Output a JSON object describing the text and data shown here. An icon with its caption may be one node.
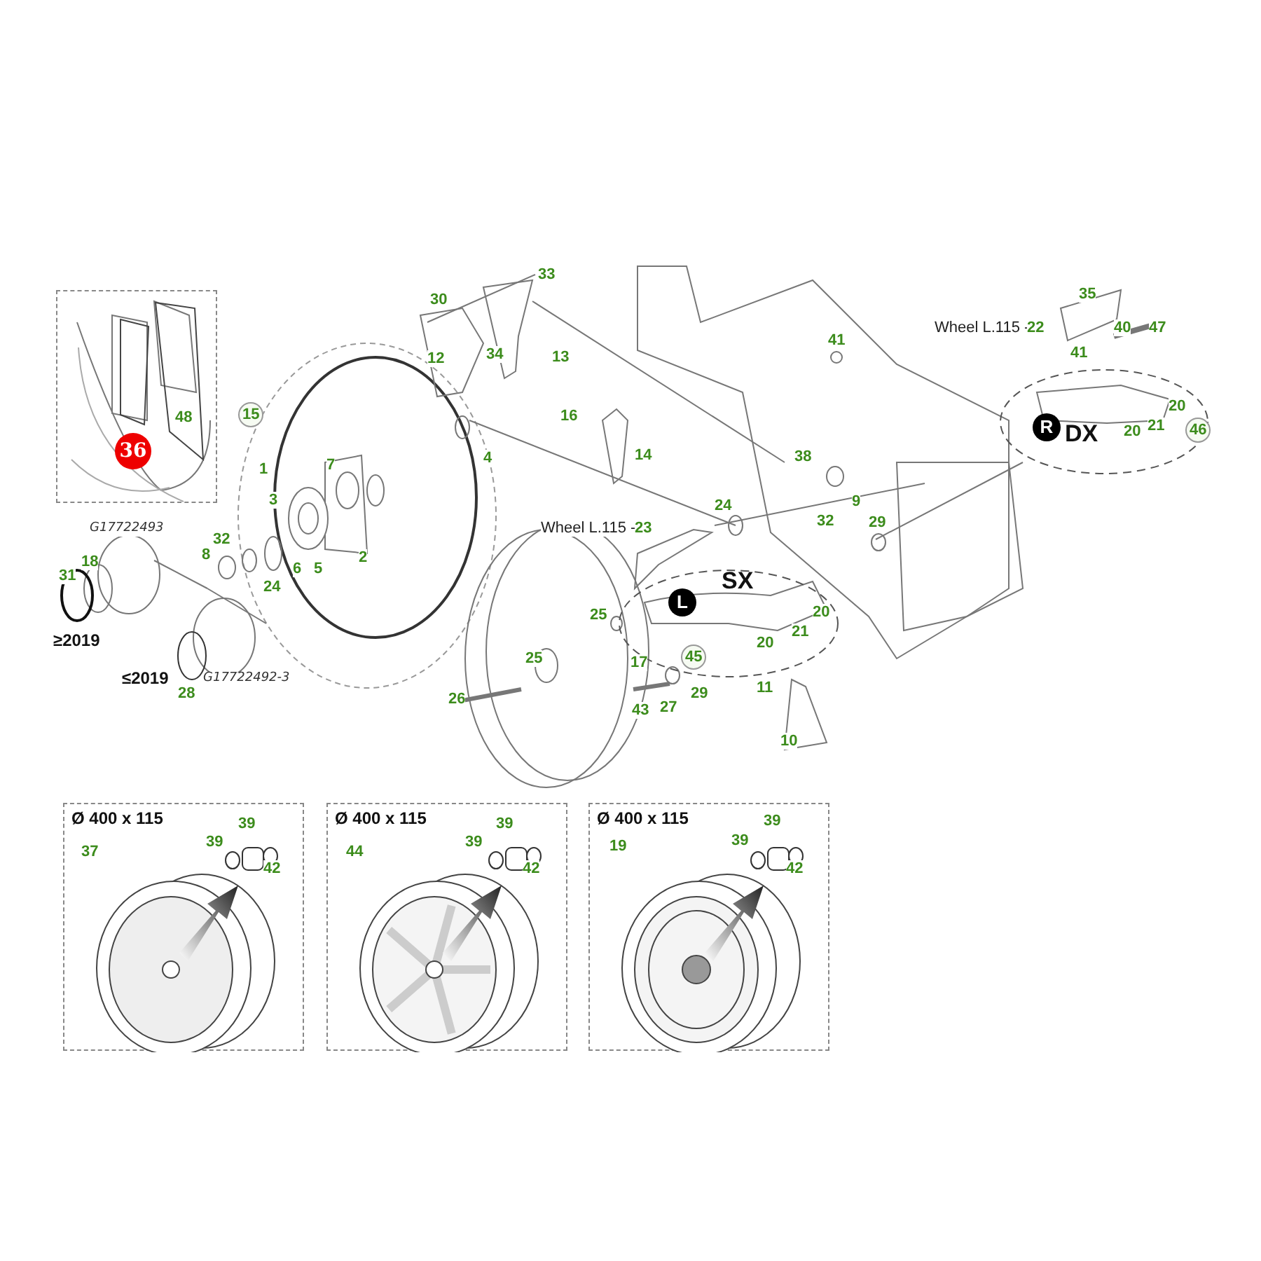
{
  "diagram": {
    "nodes": [
      {
        "text": [],
        "shape": "box"
      },
      {
        "text": [
          "Ø 400 x 115"
        ]
      },
      {
        "text": [
          "Ø 400 x 115"
        ]
      },
      {
        "text": [
          "Ø 400 x 115"
        ]
      },
      {
        "text": [
          "SX"
        ]
      },
      {
        "text": [
          "L"
        ],
        "in": 4
      },
      {
        "text": [
          "DX"
        ]
      },
      {
        "text": [
          "R"
        ],
        "in": 6
      }
    ],
    "labels": [
      "33",
      "30",
      "35",
      "Wheel L.115 -",
      "22",
      "40",
      "47",
      "41",
      "12",
      "34",
      "13",
      "41",
      "48",
      "15",
      "16",
      "20",
      "36",
      "20",
      "21",
      "46",
      "1",
      "7",
      "4",
      "14",
      "38",
      "3",
      "24",
      "9",
      "32",
      "29",
      "G17722493",
      "32",
      "Wheel L.115 -",
      "23",
      "31",
      "18",
      "8",
      "6",
      "5",
      "2",
      "24",
      "25",
      "20",
      "≥2019",
      "20",
      "21",
      "25",
      "17",
      "45",
      "≤2019",
      "G17722492-3",
      "29",
      "11",
      "28",
      "26",
      "43",
      "27",
      "10",
      "37",
      "39",
      "39",
      "42",
      "44",
      "39",
      "39",
      "42",
      "19",
      "39",
      "39",
      "42"
    ]
  }
}
